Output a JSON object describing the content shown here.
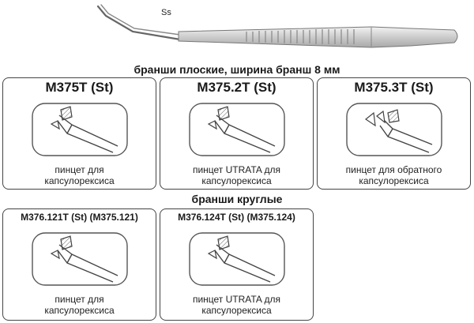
{
  "hero": {
    "label": "Ss"
  },
  "sections": [
    {
      "title": "бранши плоские, ширина бранш 8 мм",
      "items": [
        {
          "code": "M375T (St)",
          "line1": "пинцет для",
          "line2": "капсулорексиса",
          "variant": "standard"
        },
        {
          "code": "M375.2T (St)",
          "line1": "пинцет UTRATA для",
          "line2": "капсулорексиса",
          "variant": "standard"
        },
        {
          "code": "M375.3T (St)",
          "line1": "пинцет для обратного",
          "line2": "капсулорексиса",
          "variant": "reverse"
        }
      ]
    },
    {
      "title": "бранши круглые",
      "items": [
        {
          "code": "M376.121T (St) (M375.121)",
          "line1": "пинцет для",
          "line2": "капсулорексиса",
          "variant": "standard"
        },
        {
          "code": "M376.124T (St) (M375.124)",
          "line1": "пинцет UTRATA для",
          "line2": "капсулорексиса",
          "variant": "standard"
        }
      ]
    }
  ],
  "colors": {
    "border": "#444444",
    "instrument_fill": "#dcdcdc",
    "instrument_stroke": "#555555",
    "text": "#222222"
  },
  "icons": [
    "forceps-hero-illustration",
    "forceps-tip-icon",
    "reverse-forceps-tip-icon"
  ]
}
